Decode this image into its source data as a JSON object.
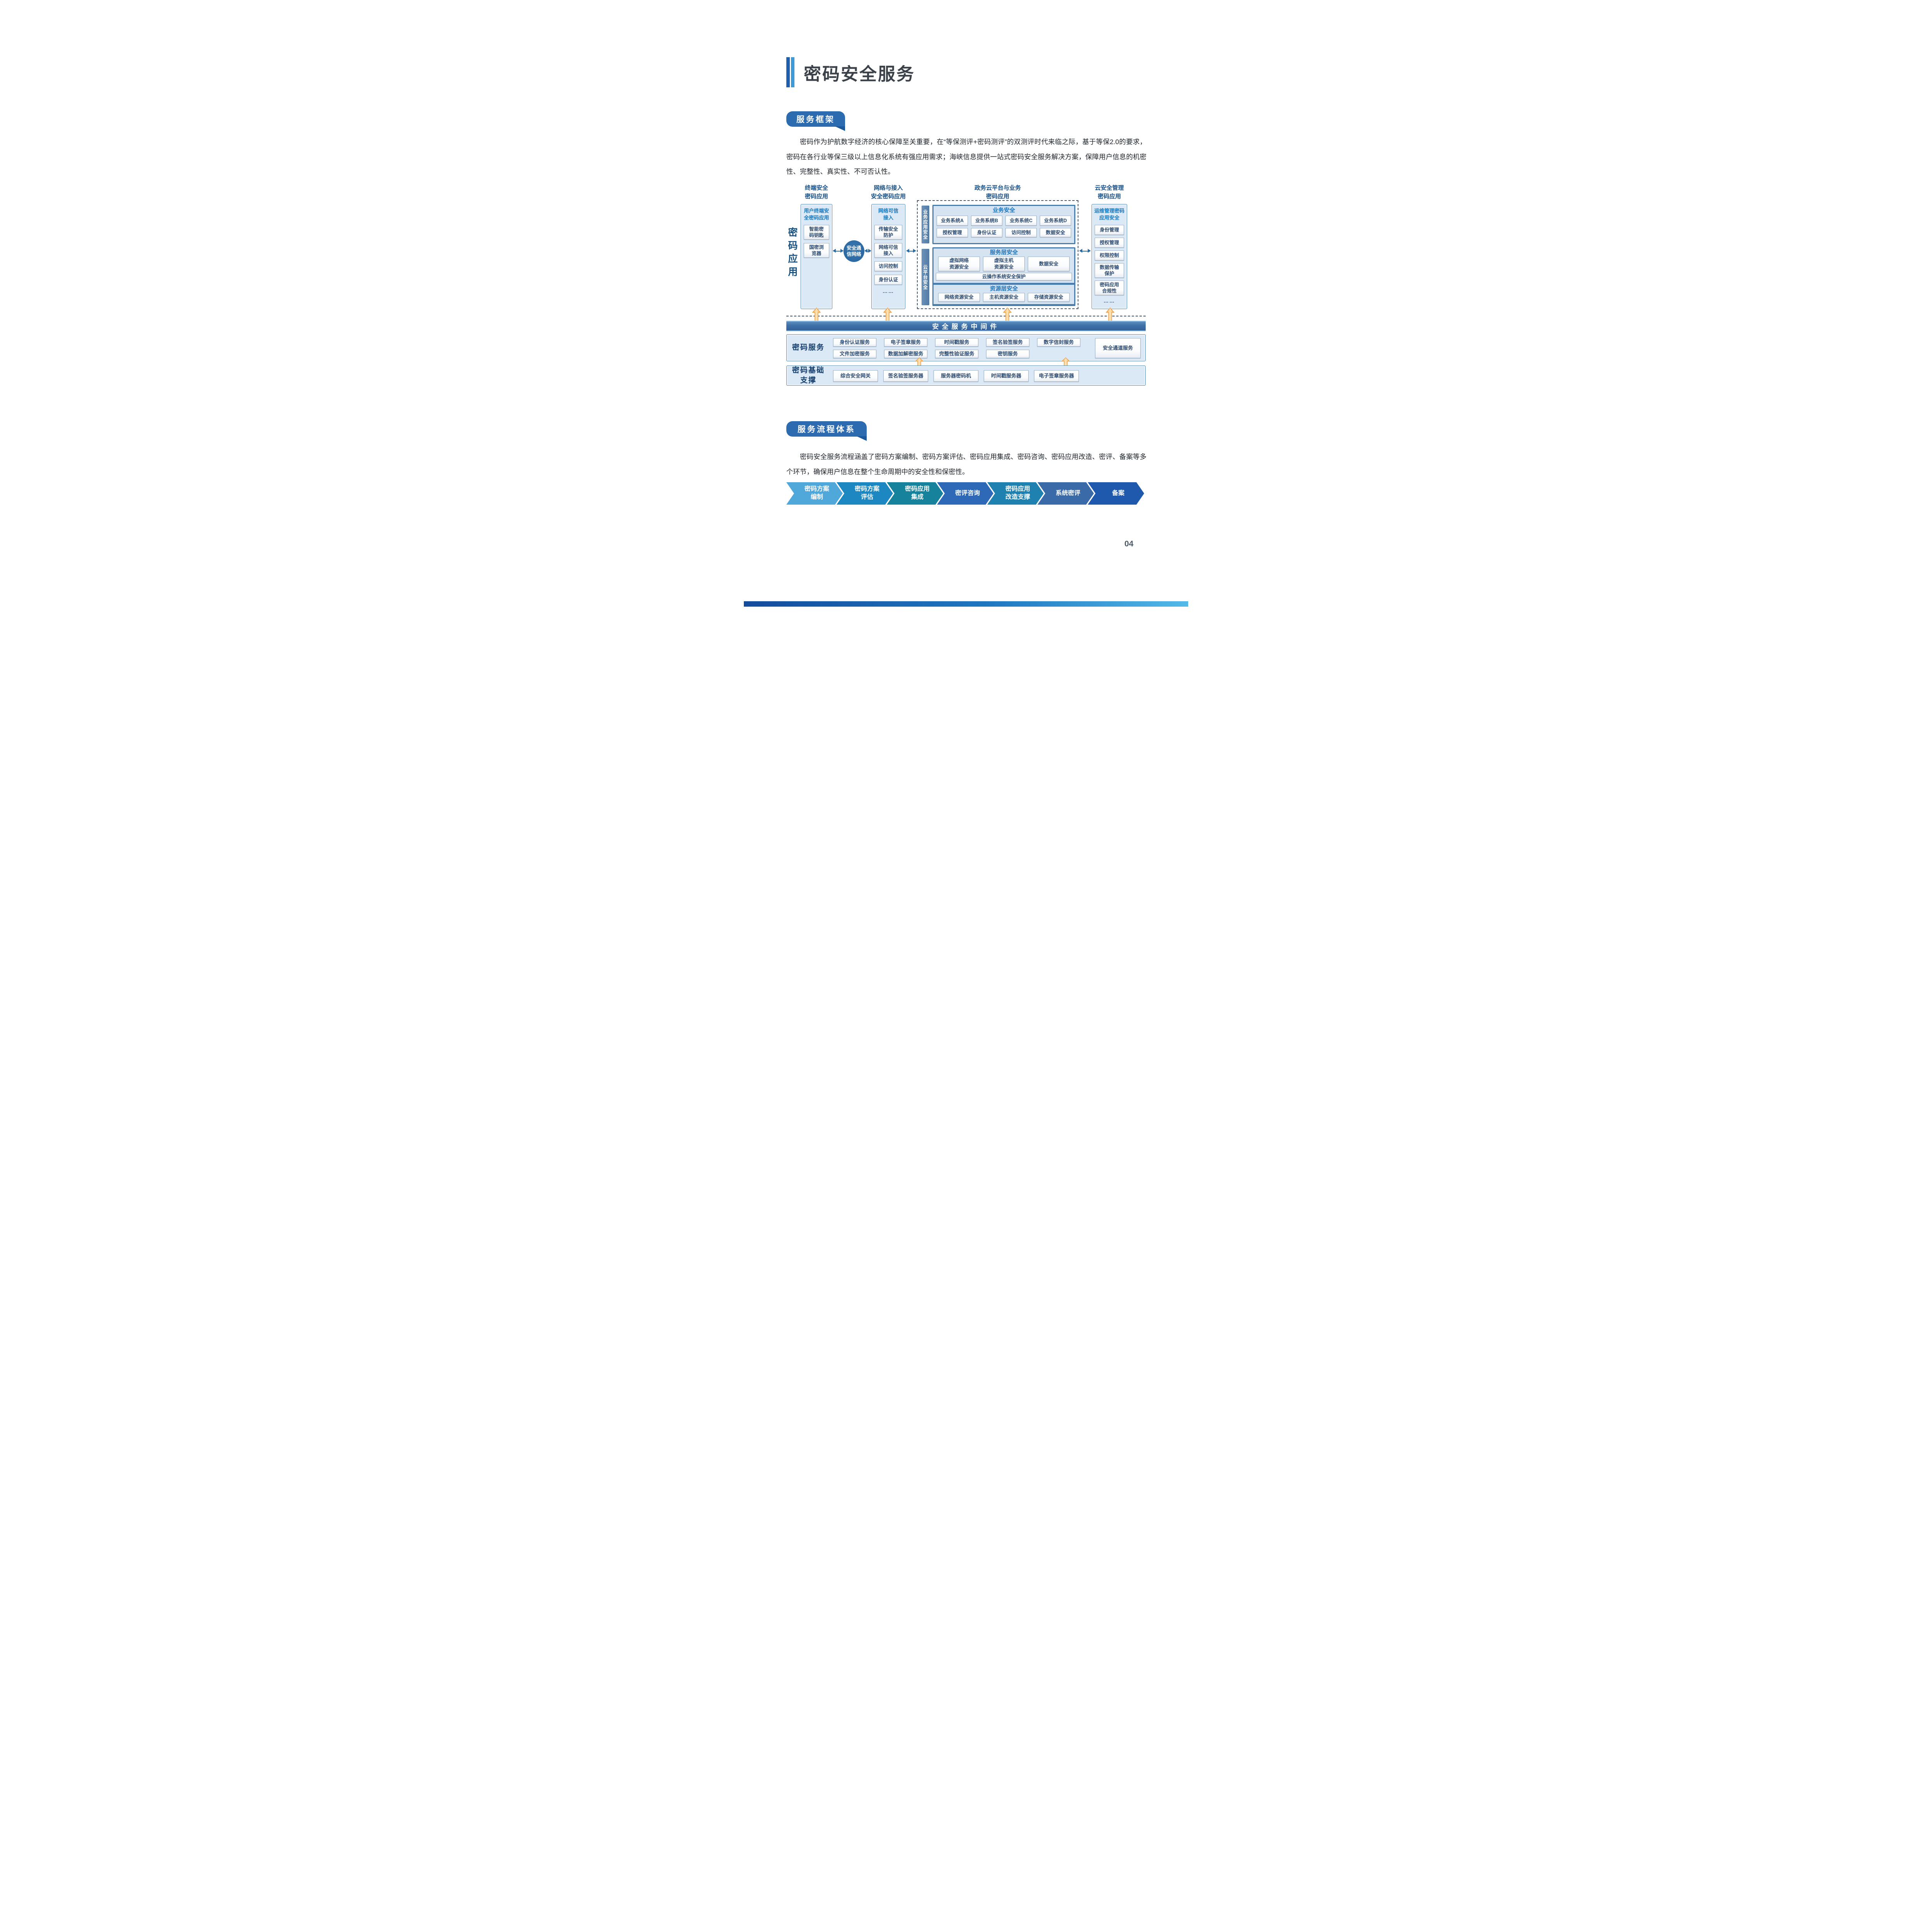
{
  "page": {
    "title": "密码安全服务",
    "page_number": "04"
  },
  "framework": {
    "badge": "服务框架",
    "paragraph": "密码作为护航数字经济的核心保障至关重要，在“等保测评+密码测评”的双测评时代来临之际，基于等保2.0的要求，密码在各行业等保三级以上信息化系统有强应用需求；海峡信息提供一站式密码安全服务解决方案，保障用户信息的机密性、完整性、真实性、不可否认性。"
  },
  "diagram": {
    "column_headers": [
      "终端安全\n密码应用",
      "网络与接入\n安全密码应用",
      "政务云平台与业务\n密码应用",
      "云安全管理\n密码应用"
    ],
    "left_label": "密码应用",
    "terminal": {
      "title": "用户终端安\n全密码应用",
      "items": [
        "智能密\n码钥匙",
        "国密浏\n览器"
      ]
    },
    "comm_ellipse": "安全通\n信网络",
    "network": {
      "title": "网络可信\n接入",
      "items": [
        "传输安全\n防护",
        "网络可信\n接入",
        "访问控制",
        "身份认证",
        "……"
      ]
    },
    "cloud": {
      "app_strip": "业务应用安全",
      "platform_strip": "云平台安全",
      "business": {
        "title": "业务安全",
        "systems": [
          "业务系统A",
          "业务系统B",
          "业务系统C",
          "业务系统D"
        ],
        "controls": [
          "授权管理",
          "身份认证",
          "访问控制",
          "数据安全"
        ]
      },
      "service_layer": {
        "title": "服务层安全",
        "items": [
          "虚拟网络\n资源安全",
          "虚拟主机\n资源安全",
          "数据安全"
        ],
        "wide": "云操作系统安全保护"
      },
      "resource_layer": {
        "title": "资源层安全",
        "items": [
          "网络资源安全",
          "主机资源安全",
          "存储资源安全"
        ]
      }
    },
    "ops": {
      "title": "运维管理密码\n应用安全",
      "items": [
        "身份管理",
        "授权管理",
        "权限控制",
        "数据传输\n保护",
        "密码应用\n合规性",
        "……"
      ]
    },
    "middleware": "安全服务中间件",
    "services": {
      "label": "密码服务",
      "row1": [
        "身份认证服务",
        "电子签章服务",
        "时间戳服务",
        "签名验签服务",
        "数字信封服务"
      ],
      "row2": [
        "文件加密服务",
        "数据加解密服务",
        "完整性验证服务",
        "密钥服务"
      ],
      "channel": "安全通道服务"
    },
    "infra": {
      "label": "密码基础\n支撑",
      "items": [
        "综合安全网关",
        "签名验签服务器",
        "服务器密码机",
        "时间戳服务器",
        "电子签章服务器"
      ]
    }
  },
  "process": {
    "badge": "服务流程体系",
    "paragraph": "密码安全服务流程涵盖了密码方案编制、密码方案评估、密码应用集成、密码咨询、密码应用改造、密评、备案等多个环节，确保用户信息在整个生命周期中的安全性和保密性。",
    "steps": [
      {
        "label": "密码方案\n编制",
        "color": "#4fa7da"
      },
      {
        "label": "密码方案\n评估",
        "color": "#1d87c2"
      },
      {
        "label": "密码应用\n集成",
        "color": "#16829b"
      },
      {
        "label": "密评咨询",
        "color": "#2d69b7"
      },
      {
        "label": "密码应用\n改造支撑",
        "color": "#1f81b0"
      },
      {
        "label": "系统密评",
        "color": "#3a6ba8"
      },
      {
        "label": "备案",
        "color": "#1e59ad"
      }
    ]
  },
  "colors": {
    "accent_badge": "#2d6bb0",
    "title_bar_dark": "#1f5dad",
    "title_bar_light": "#3f9bd8",
    "panel_border": "#4a7fb5",
    "steel": "#4a7dae",
    "middleware_bar": "#3e70a6",
    "orange_arrow": "#f6b45c"
  }
}
